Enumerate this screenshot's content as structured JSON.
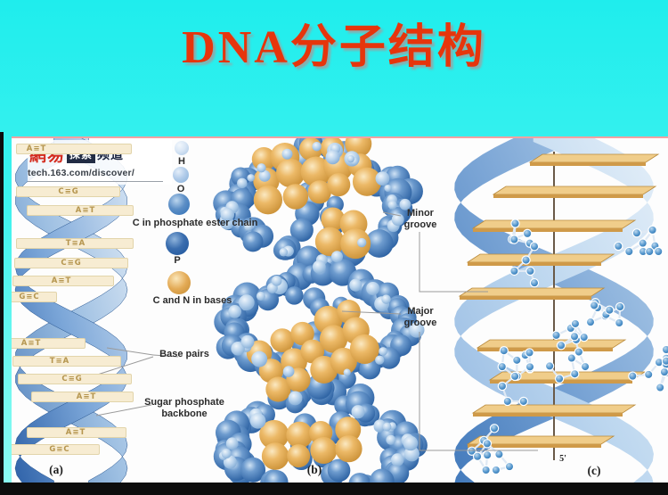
{
  "title": "DNA分子结构",
  "watermark": {
    "brand": "網易",
    "tag": "探索",
    "suffix": "频道",
    "url": "tech.163.com/discover/"
  },
  "legend": {
    "items": [
      {
        "label": "H",
        "color": "#d9e6f5"
      },
      {
        "label": "O",
        "color": "#b3cdea"
      },
      {
        "label": "C in phosphate ester chain",
        "color": "#2f6fb6"
      },
      {
        "label": "P",
        "color": "#1d549b"
      },
      {
        "label": "C and N in bases",
        "color": "#e3aa55"
      }
    ]
  },
  "panel_a": {
    "label": "(a)",
    "base_pairs": [
      "A≡T",
      "C≡G",
      "A≡T",
      "T≡A",
      "C≡G",
      "A≡T",
      "G≡C",
      "A≡T",
      "T≡A",
      "C≡G",
      "A≡T",
      "A≡T",
      "G≡C"
    ],
    "annotation_base_pairs": "Base pairs",
    "annotation_backbone_line1": "Sugar phosphate",
    "annotation_backbone_line2": "backbone"
  },
  "panel_b": {
    "label": "(b)",
    "minor_groove_line1": "Minor",
    "minor_groove_line2": "groove",
    "major_groove_line1": "Major",
    "major_groove_line2": "groove"
  },
  "panel_c": {
    "label": "(c)",
    "five_prime": "5'"
  },
  "colors": {
    "background_cyan": "#2ff1ee",
    "title_red": "#e6350c",
    "ribbon_blue": "#2a5ea6",
    "base_gold": "#e3aa55",
    "bar_black": "#0d0d0d"
  }
}
